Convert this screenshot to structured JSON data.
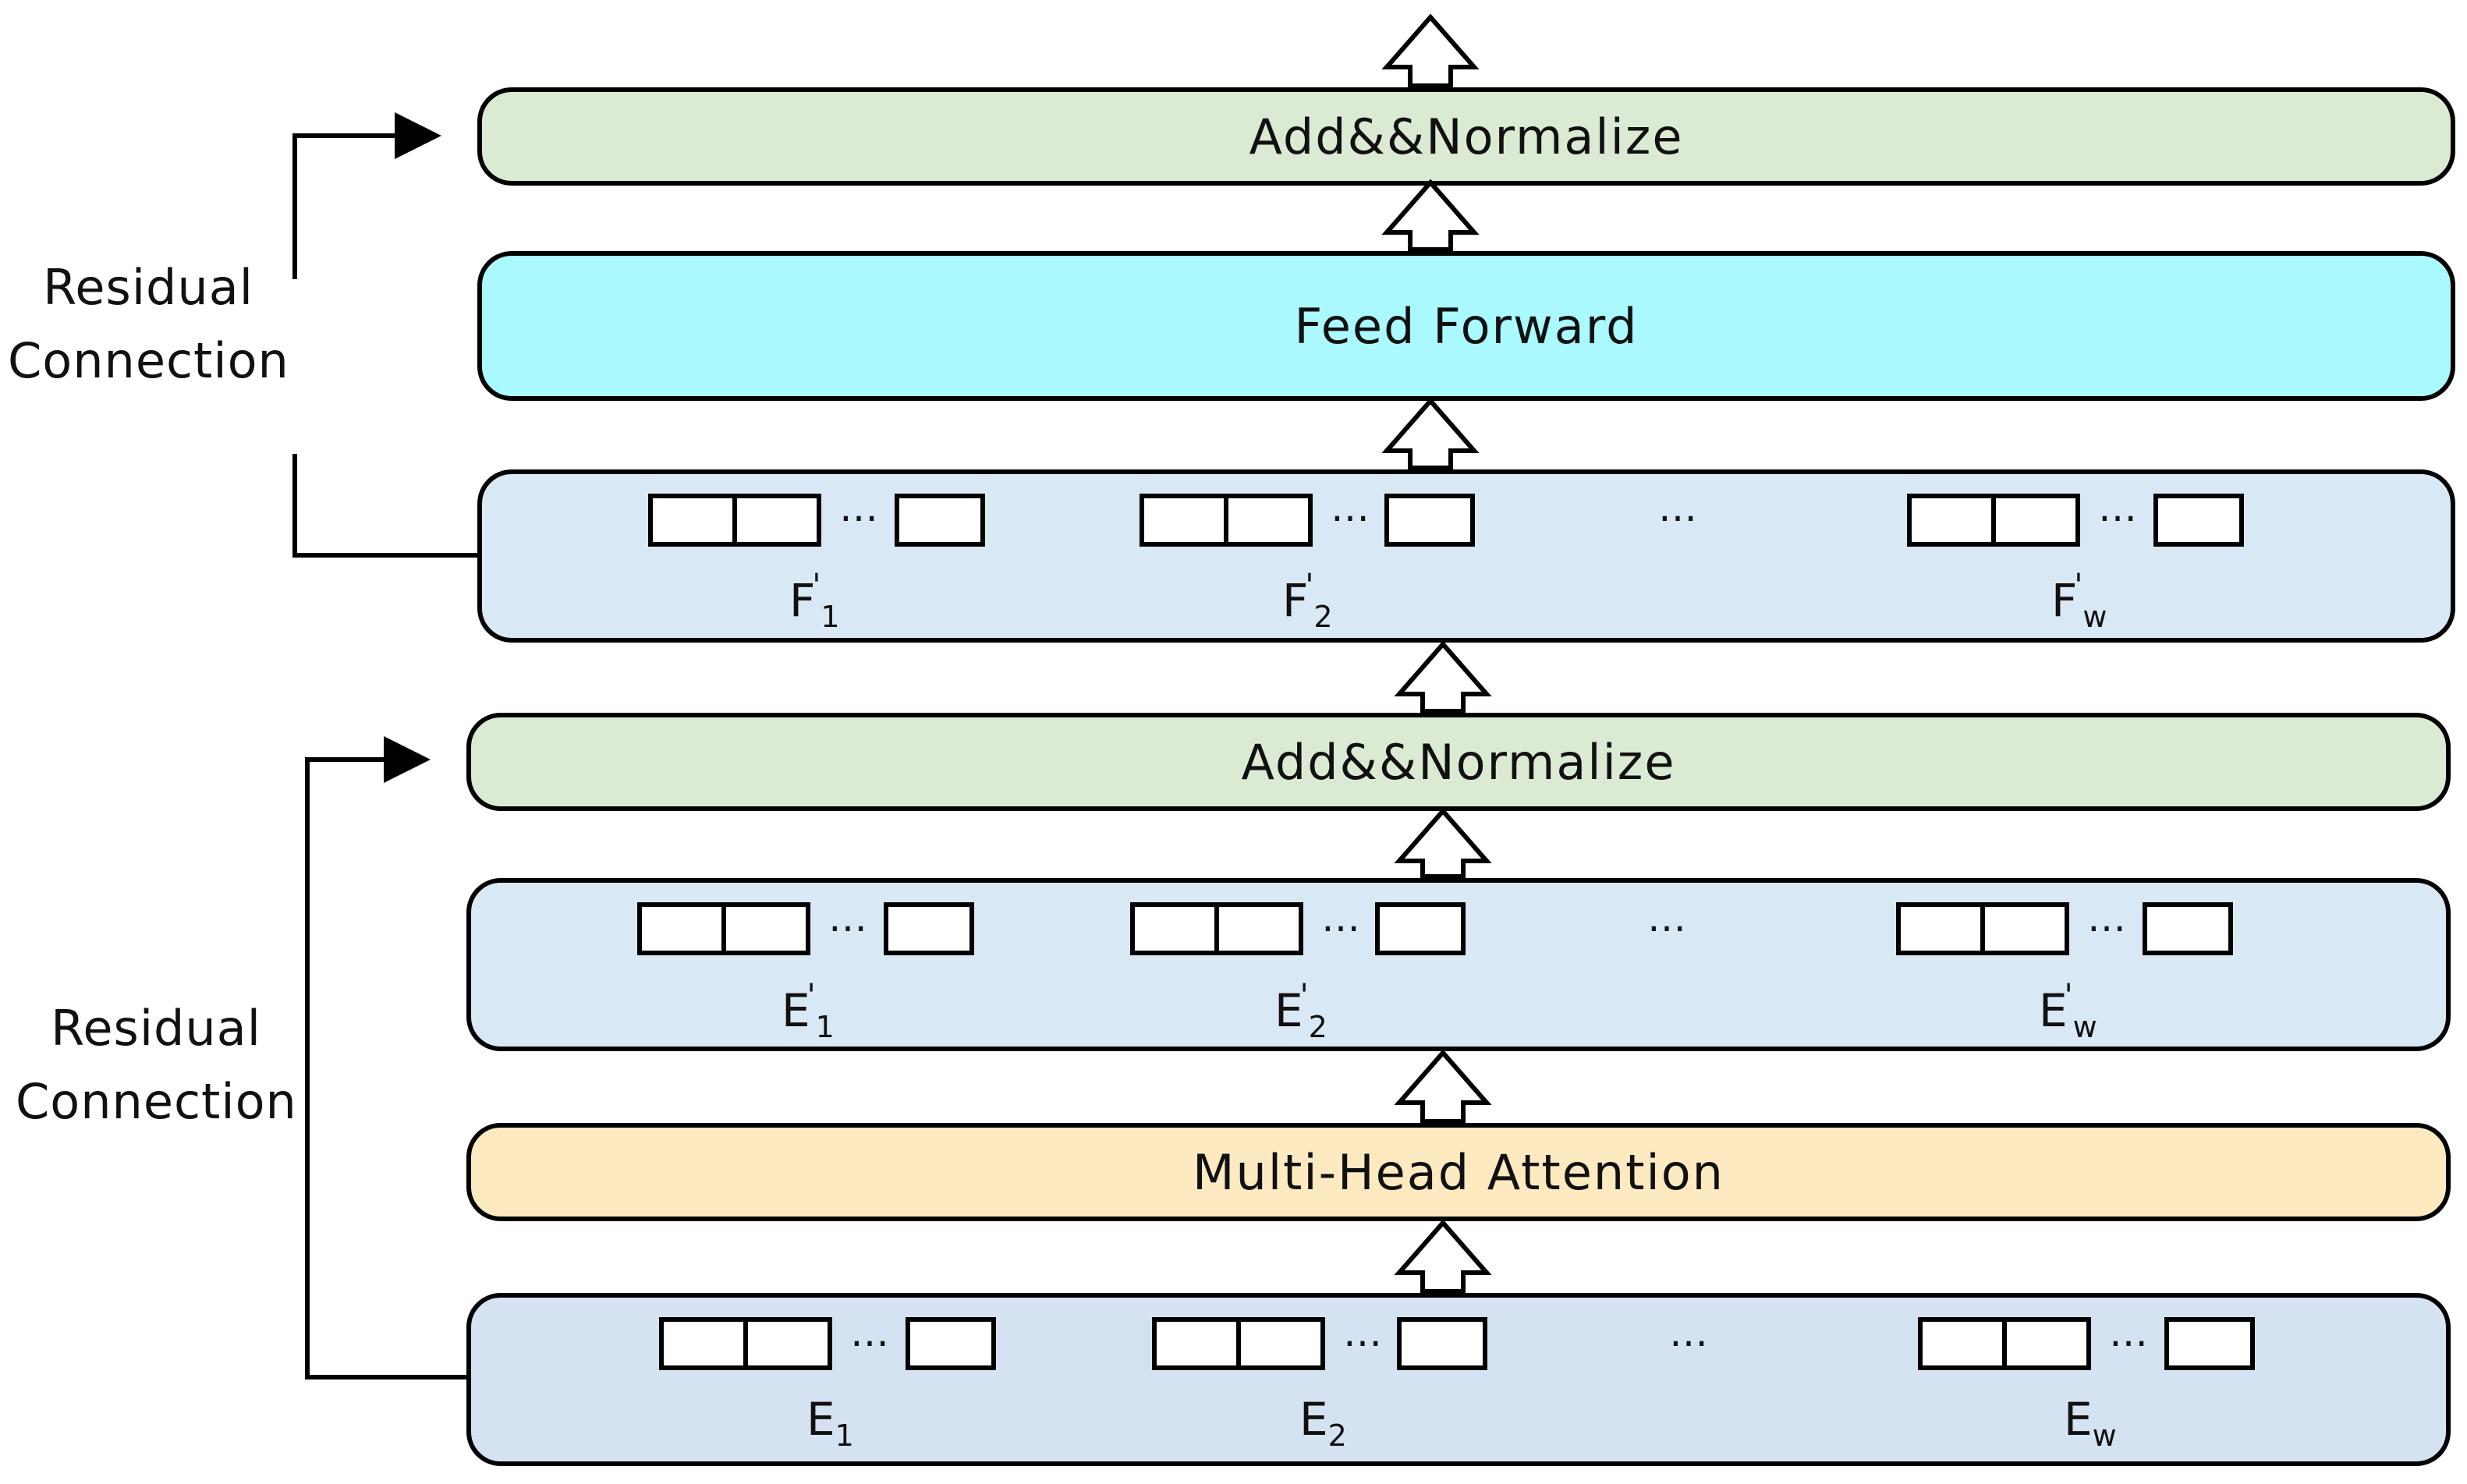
{
  "residual_top": {
    "line1": "Residual",
    "line2": "Connection"
  },
  "residual_bottom": {
    "line1": "Residual",
    "line2": "Connection"
  },
  "blocks": {
    "add_norm_top": "Add&&Normalize",
    "feed_forward": "Feed Forward",
    "add_norm_bottom": "Add&&Normalize",
    "multi_head_attention": "Multi-Head Attention"
  },
  "rows": {
    "f_prime": {
      "base": "F",
      "subs": [
        "1",
        "2",
        "w"
      ],
      "mark": "'"
    },
    "e_prime": {
      "base": "E",
      "subs": [
        "1",
        "2",
        "w"
      ],
      "mark": "'"
    },
    "e": {
      "base": "E",
      "subs": [
        "1",
        "2",
        "w"
      ]
    }
  },
  "ellipsis": "…",
  "between_ellipsis": "…"
}
